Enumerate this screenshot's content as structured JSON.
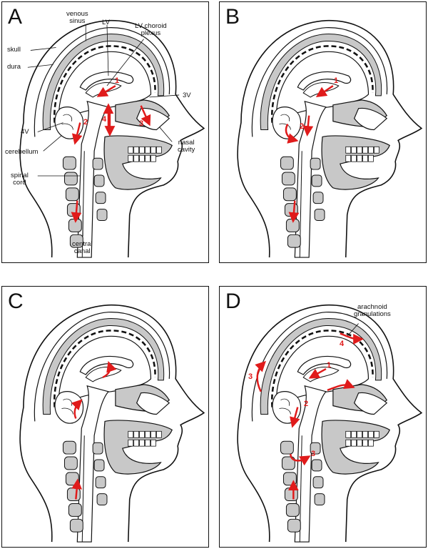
{
  "panels": [
    {
      "letter": "A",
      "labels": {
        "venous_sinus": "venous\nsinus",
        "lv": "LV",
        "lv_choroid_plexus": "LV choroid\nplexus",
        "skull": "skull",
        "dura": "dura",
        "third_ventricle": "3V",
        "fourth_ventricle": "4V",
        "cerebellum": "cerebellum",
        "nasal_cavity": "nasal\ncavity",
        "spinal_cord": "spinal\ncord",
        "central_canal": "central\ncanal"
      },
      "step_numbers": [
        "1",
        "2",
        "3",
        "4"
      ]
    },
    {
      "letter": "B",
      "step_numbers": [
        "1",
        "2"
      ]
    },
    {
      "letter": "C",
      "step_numbers": []
    },
    {
      "letter": "D",
      "labels": {
        "arachnoid_granulations": "arachnoid\ngranulations"
      },
      "step_numbers": [
        "1",
        "2",
        "3",
        "3",
        "4"
      ]
    }
  ],
  "colors": {
    "arrow": "#e01b1b",
    "tissue": "#c8c8c8",
    "outline": "#111111"
  }
}
